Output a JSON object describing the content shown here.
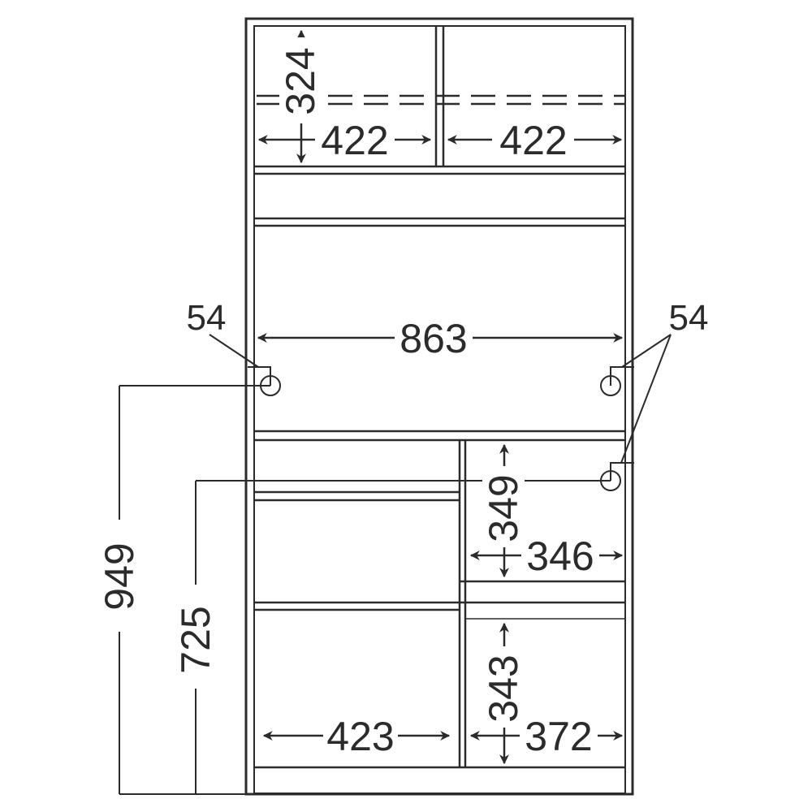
{
  "colors": {
    "line": "#2b2b2b",
    "background": "#ffffff"
  },
  "upper_compartment": {
    "height": "324",
    "left_width": "422",
    "right_width": "422"
  },
  "middle_opening": {
    "width": "863"
  },
  "hole_offsets": {
    "left": "54",
    "right": "54"
  },
  "heights_from_floor": {
    "upper_hole": "949",
    "lower_hole": "725"
  },
  "lower_right_upper": {
    "height": "349",
    "width": "346"
  },
  "lower_right_bottom": {
    "height": "343",
    "width": "372"
  },
  "lower_left_bottom": {
    "width": "423"
  }
}
